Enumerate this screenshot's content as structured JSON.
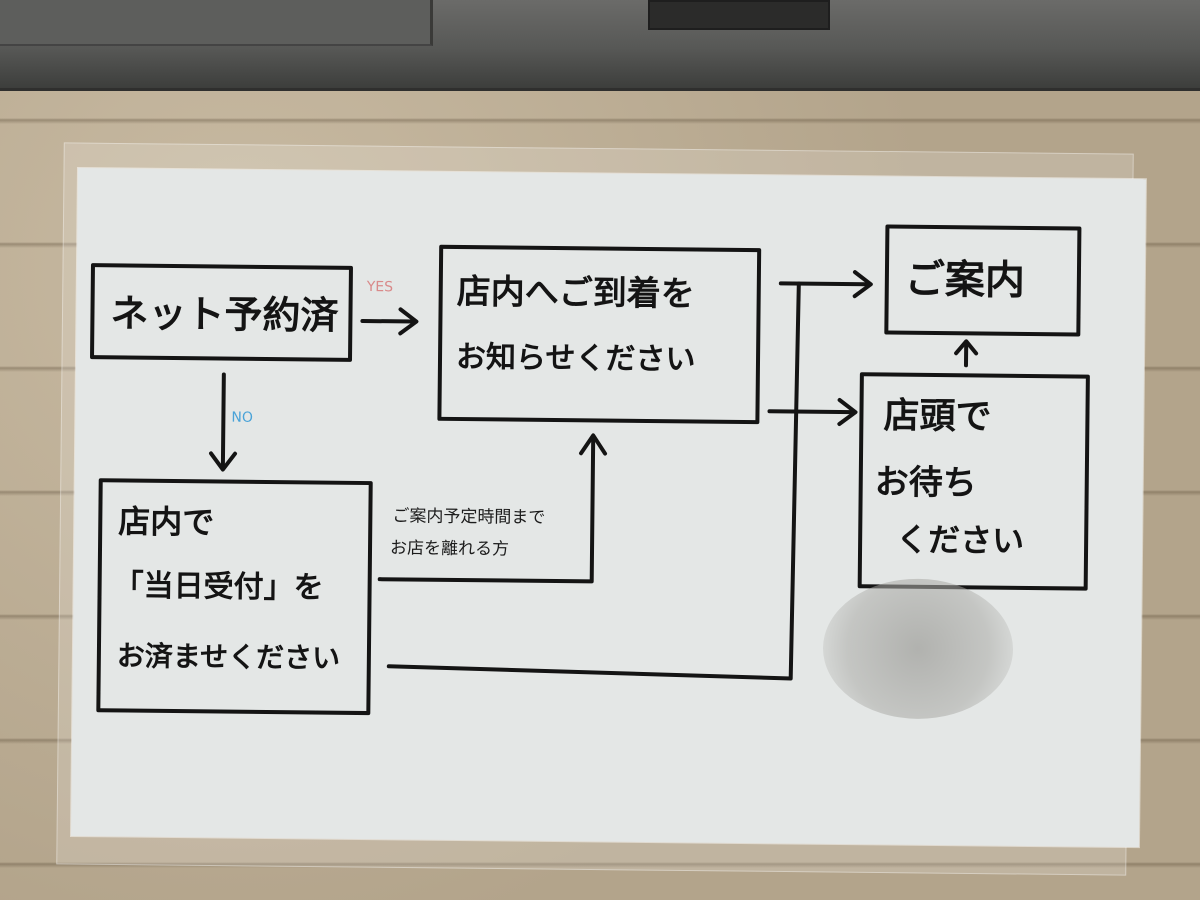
{
  "flowchart": {
    "start_box": "ネット予約済",
    "yes_label": "YES",
    "no_label": "NO",
    "arrival_box": {
      "line1": "店内へご到着を",
      "line2": "お知らせください"
    },
    "same_day_box": {
      "line1": "店内で",
      "line2": "「当日受付」を",
      "line3": "お済ませください"
    },
    "leave_note": {
      "line1": "ご案内予定時間まで",
      "line2": "お店を離れる方"
    },
    "guide_box": "ご案内",
    "wait_box": {
      "line1": "店頭で",
      "line2": "お待ち",
      "line3": "ください"
    }
  },
  "colors": {
    "ink": "#141414",
    "yes_label": "#d98a8a",
    "no_label": "#4aa3d8",
    "paper": "#e4e7e6"
  }
}
